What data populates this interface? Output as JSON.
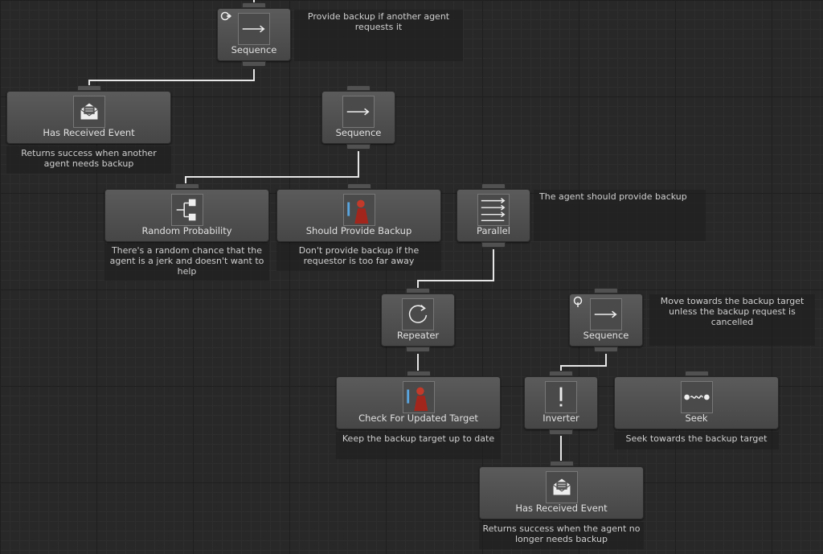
{
  "nodes": {
    "root_sequence": {
      "label": "Sequence",
      "icon": "arrow-right-icon",
      "corner_icon": "abort-lower-priority-icon"
    },
    "has_received_event_1": {
      "label": "Has Received Event",
      "icon": "envelope-icon"
    },
    "sequence_2": {
      "label": "Sequence",
      "icon": "arrow-right-icon"
    },
    "random_probability": {
      "label": "Random Probability",
      "icon": "branch-icon"
    },
    "should_provide_backup": {
      "label": "Should Provide Backup",
      "icon": "character-portrait"
    },
    "parallel": {
      "label": "Parallel",
      "icon": "parallel-arrows-icon"
    },
    "repeater": {
      "label": "Repeater",
      "icon": "repeat-icon"
    },
    "sequence_3": {
      "label": "Sequence",
      "icon": "arrow-right-icon",
      "corner_icon": "abort-self-icon"
    },
    "check_updated_target": {
      "label": "Check For Updated Target",
      "icon": "character-portrait"
    },
    "inverter": {
      "label": "Inverter",
      "icon": "exclamation-icon"
    },
    "seek": {
      "label": "Seek",
      "icon": "seek-path-icon"
    },
    "has_received_event_2": {
      "label": "Has Received Event",
      "icon": "envelope-icon"
    }
  },
  "comments": {
    "root_sequence": "Provide backup if another agent requests it",
    "has_received_event_1": "Returns success when another agent needs backup",
    "random_probability": "There's a random chance that the agent is a jerk and doesn't want to help",
    "should_provide_backup": "Don't provide backup if the requestor is too far away",
    "parallel": "The agent should provide backup",
    "sequence_3": "Move towards the backup target unless the backup request is cancelled",
    "check_updated_target": "Keep the backup target up to date",
    "seek": "Seek towards the backup target",
    "has_received_event_2": "Returns success when the agent no longer needs backup"
  },
  "colors": {
    "background": "#282828",
    "node": "#505050",
    "wire": "#e6e6e6"
  }
}
